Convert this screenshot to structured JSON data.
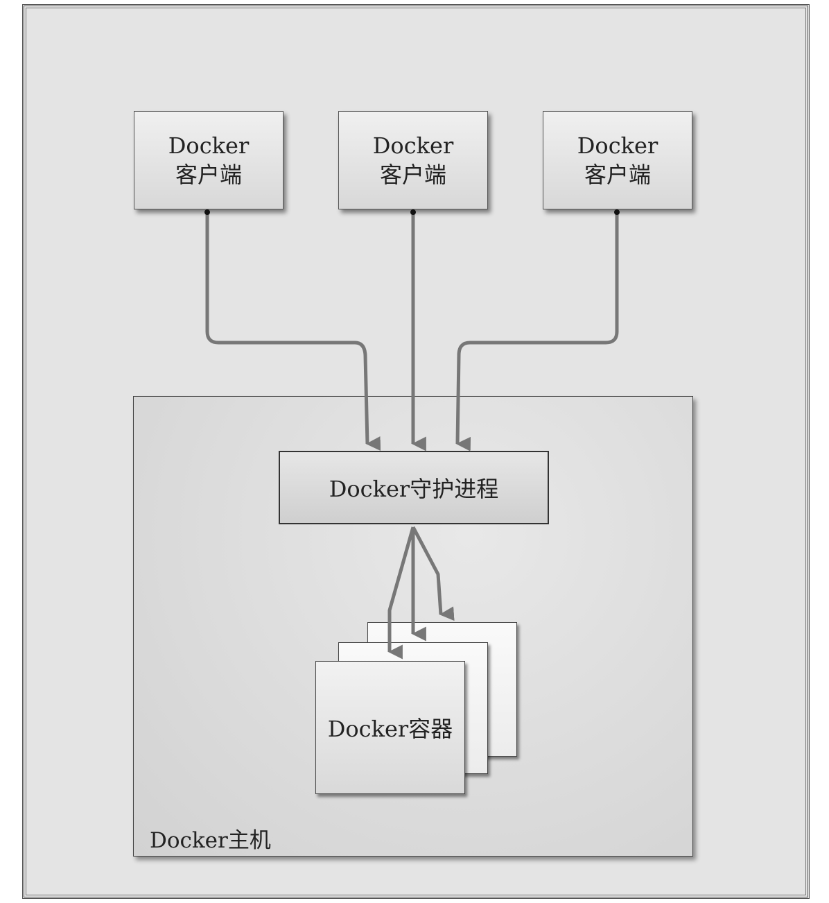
{
  "clients": [
    {
      "line1": "Docker",
      "line2": "客户端"
    },
    {
      "line1": "Docker",
      "line2": "客户端"
    },
    {
      "line1": "Docker",
      "line2": "客户端"
    }
  ],
  "daemon": {
    "label": "Docker守护进程"
  },
  "containers": {
    "label": "Docker容器",
    "stack_count": 3
  },
  "host": {
    "label": "Docker主机"
  },
  "colors": {
    "background": "#e4e4e4",
    "arrow": "#777777",
    "box_border": "#333333"
  }
}
